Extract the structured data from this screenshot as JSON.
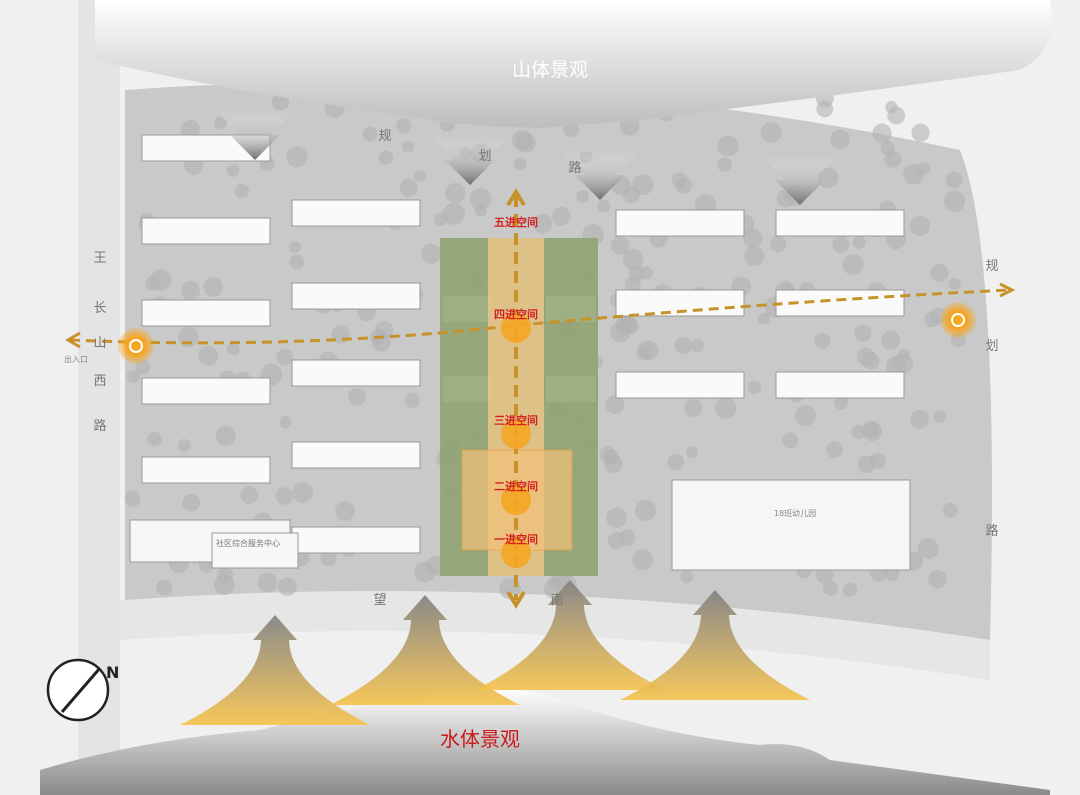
{
  "title_mountain": "山体景观",
  "title_water": "水体景观",
  "north_label": "N",
  "spaces": [
    "五进空间",
    "四进空间",
    "三进空间",
    "二进空间",
    "一进空间"
  ],
  "roads": {
    "west": [
      "王",
      "长",
      "山",
      "西",
      "路"
    ],
    "north": [
      "规",
      "划",
      "路"
    ],
    "east": [
      "规",
      "划",
      "路"
    ],
    "south": [
      "望",
      "南"
    ]
  },
  "facilities": {
    "community_center": "社区综合服务中心",
    "kindergarten": "18班幼儿园",
    "entrance": "出入口"
  },
  "colors": {
    "axis": "#c8922a",
    "space_text": "#d42020",
    "node": "#f5a623",
    "water_text": "#cc1a1a"
  }
}
